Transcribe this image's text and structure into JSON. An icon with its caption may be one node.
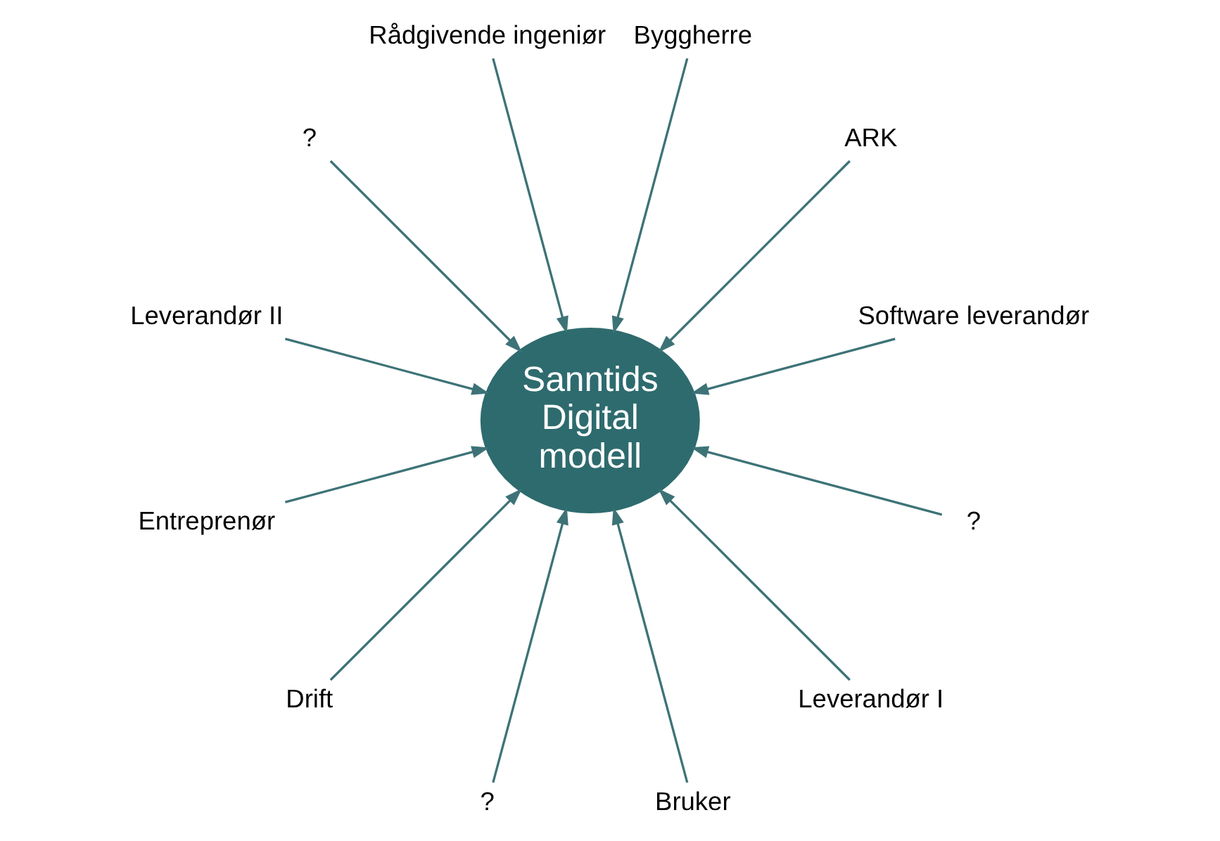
{
  "diagram": {
    "nodes": [
      {
        "text": [
          "Sanntids Digital modell"
        ]
      },
      {
        "text": [
          "Software leverandør"
        ]
      },
      {
        "text": [
          "ARK"
        ]
      },
      {
        "text": [
          "Byggherre"
        ]
      },
      {
        "text": [
          "Rådgivende ingeniør"
        ]
      },
      {
        "text": [
          "?"
        ]
      },
      {
        "text": [
          "Leverandør II"
        ]
      },
      {
        "text": [
          "Entreprenør"
        ]
      },
      {
        "text": [
          "Drift"
        ]
      },
      {
        "text": [
          "?"
        ]
      },
      {
        "text": [
          "Bruker"
        ]
      },
      {
        "text": [
          "Leverandør I"
        ]
      },
      {
        "text": [
          "?"
        ]
      }
    ],
    "edges": [
      {
        "from": 1,
        "to": 0,
        "arrow": "to"
      },
      {
        "from": 2,
        "to": 0,
        "arrow": "to"
      },
      {
        "from": 3,
        "to": 0,
        "arrow": "to"
      },
      {
        "from": 4,
        "to": 0,
        "arrow": "to"
      },
      {
        "from": 5,
        "to": 0,
        "arrow": "to"
      },
      {
        "from": 6,
        "to": 0,
        "arrow": "to"
      },
      {
        "from": 7,
        "to": 0,
        "arrow": "to"
      },
      {
        "from": 8,
        "to": 0,
        "arrow": "to"
      },
      {
        "from": 9,
        "to": 0,
        "arrow": "to"
      },
      {
        "from": 10,
        "to": 0,
        "arrow": "to"
      },
      {
        "from": 11,
        "to": 0,
        "arrow": "to"
      },
      {
        "from": 12,
        "to": 0,
        "arrow": "to"
      }
    ]
  }
}
